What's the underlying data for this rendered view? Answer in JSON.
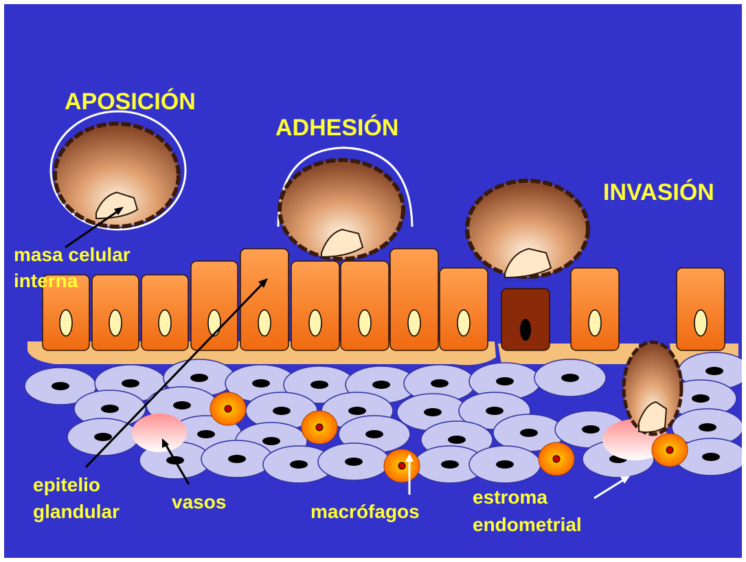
{
  "titles": {
    "apposition": "APOSICIÓN",
    "adhesion": "ADHESIÓN",
    "invasion": "INVASIÓN"
  },
  "labels": {
    "inner_cell_mass_line1": "masa celular",
    "inner_cell_mass_line2": "interna",
    "glandular_epithelium_line1": "epitelio",
    "glandular_epithelium_line2": "glandular",
    "vessels": "vasos",
    "macrophages": "macrófagos",
    "stroma_line1": "estroma",
    "stroma_line2": "endometrial"
  },
  "colors": {
    "background": "#3333cc",
    "label_text": "#ffff33",
    "epithelial_cell": "#ff8a2a",
    "stromal_cell": "#c8c8f0",
    "nucleus": "#000000",
    "basement_membrane": "#f5c07a",
    "blastocyst": "#c97a4a",
    "dark_cell": "#8b2a08"
  }
}
